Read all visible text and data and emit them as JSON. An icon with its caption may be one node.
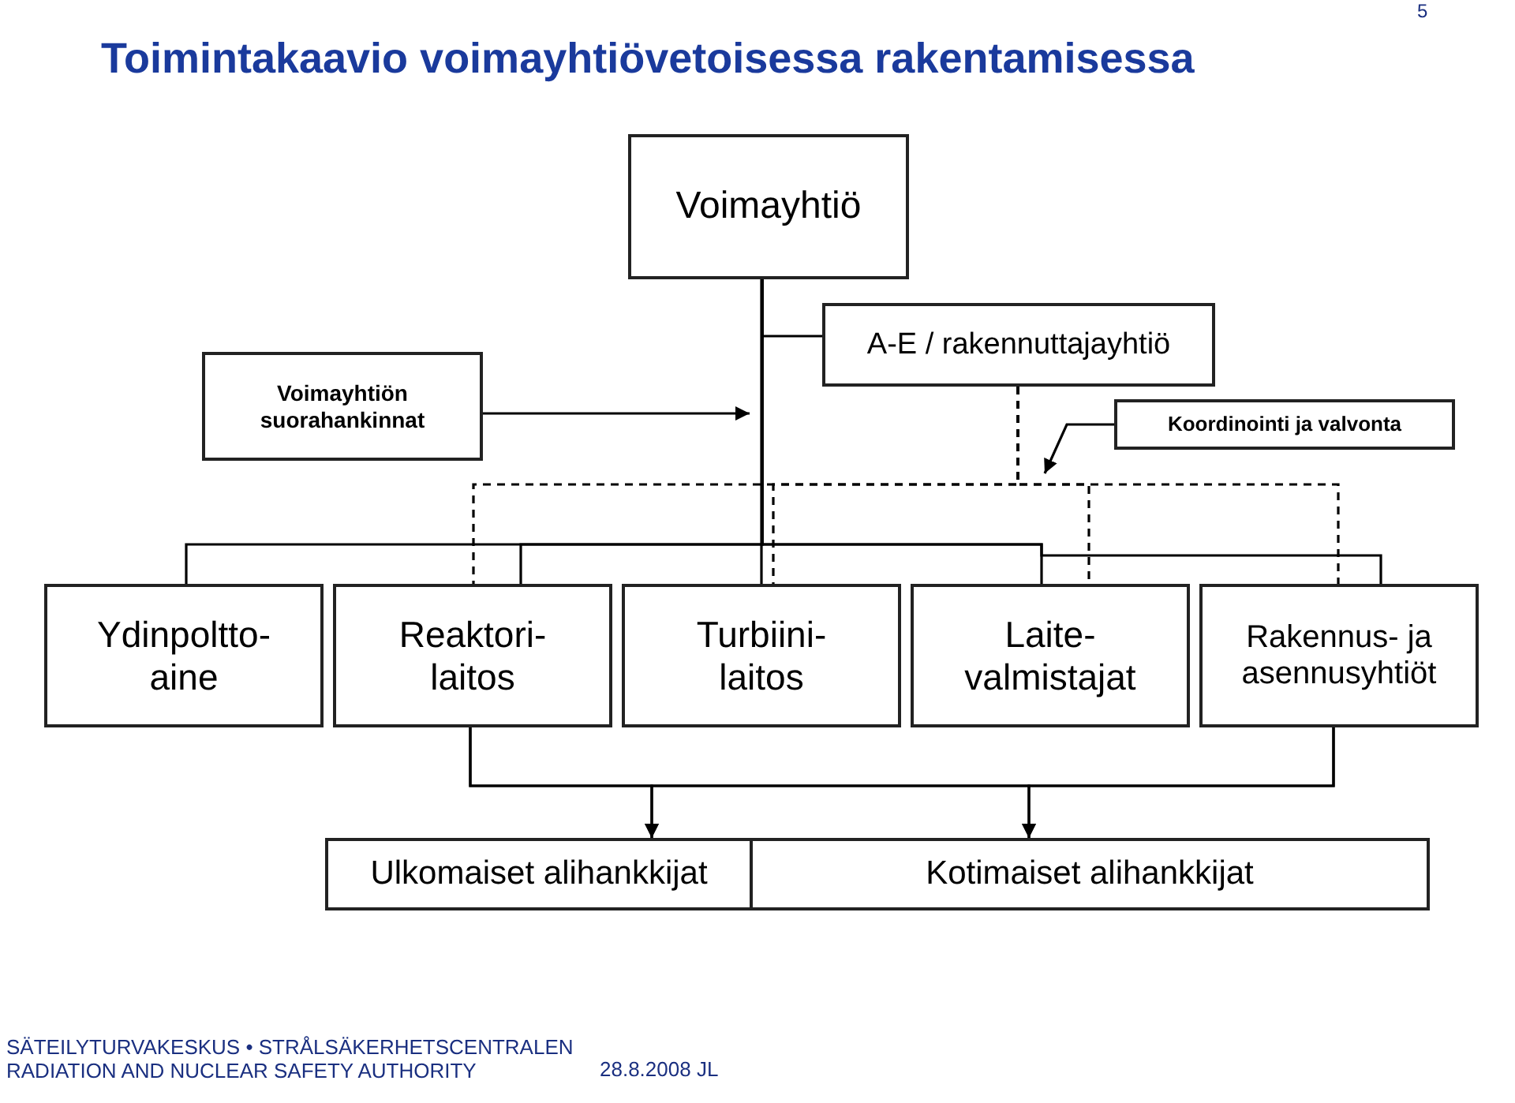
{
  "diagram": {
    "title": "Toimintakaavio voimayhtiövetoisessa rakentamisessa",
    "nodes": [
      {
        "text": [
          "Voimayhtiö"
        ]
      },
      {
        "text": [
          "A-E / rakennuttajayhtiö"
        ]
      },
      {
        "text": [
          "Voimayhtiön suorahankinnat"
        ]
      },
      {
        "text": [
          "Koordinointi ja valvonta"
        ]
      },
      {
        "text": [
          "Ydinpoltto- aine"
        ]
      },
      {
        "text": [
          "Reaktori- laitos"
        ]
      },
      {
        "text": [
          "Turbiini- laitos"
        ]
      },
      {
        "text": [
          "Laite- valmistajat"
        ]
      },
      {
        "text": [
          "Rakennus- ja asennusyhtiöt"
        ]
      },
      {
        "text": [
          "Ulkomaiset alihankkijat"
        ]
      },
      {
        "text": [
          "Kotimaiset alihankkijat"
        ]
      }
    ],
    "edges": [
      {
        "from": 0,
        "to": 1,
        "arrow": "none"
      },
      {
        "from": 2,
        "to": null,
        "arrow": "to"
      },
      {
        "from": 3,
        "to": null,
        "arrow": "to"
      },
      {
        "from": 0,
        "to": 4,
        "arrow": "none"
      },
      {
        "from": 0,
        "to": 5,
        "arrow": "none"
      },
      {
        "from": 0,
        "to": 6,
        "arrow": "none"
      },
      {
        "from": 0,
        "to": 7,
        "arrow": "none"
      },
      {
        "from": 0,
        "to": 8,
        "arrow": "none"
      },
      {
        "from": 1,
        "to": 5,
        "arrow": "none",
        "style": "dashed"
      },
      {
        "from": 1,
        "to": 6,
        "arrow": "none",
        "style": "dashed"
      },
      {
        "from": 1,
        "to": 7,
        "arrow": "none",
        "style": "dashed"
      },
      {
        "from": 1,
        "to": 8,
        "arrow": "none",
        "style": "dashed"
      },
      {
        "from": 5,
        "to": 9,
        "arrow": "to"
      },
      {
        "from": 5,
        "to": 10,
        "arrow": "to"
      },
      {
        "from": 8,
        "to": 9,
        "arrow": "to"
      },
      {
        "from": 8,
        "to": 10,
        "arrow": "to"
      }
    ],
    "labels": [
      "5",
      "SÄTEILYTURVAKESKUS • STRÅLSÄKERHETSCENTRALEN",
      "RADIATION AND NUCLEAR SAFETY AUTHORITY",
      "28.8.2008 JL"
    ]
  }
}
